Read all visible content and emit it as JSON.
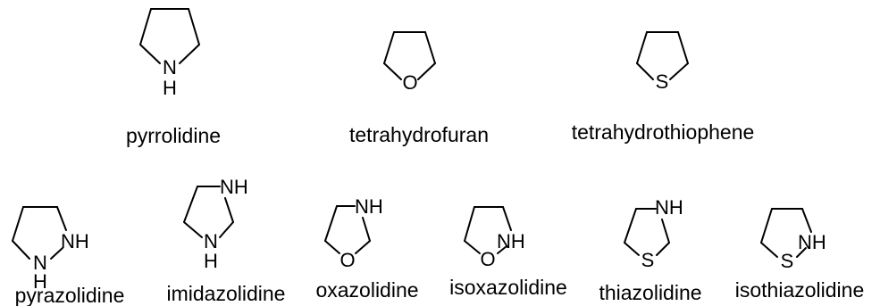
{
  "molecules": [
    {
      "name": "pyrrolidine",
      "atoms": [
        "N",
        "H"
      ]
    },
    {
      "name": "tetrahydrofuran",
      "atoms": [
        "O"
      ]
    },
    {
      "name": "tetrahydrothiophene",
      "atoms": [
        "S"
      ]
    },
    {
      "name": "pyrazolidine",
      "atoms": [
        "NH",
        "N",
        "H"
      ]
    },
    {
      "name": "imidazolidine",
      "atoms": [
        "NH",
        "N",
        "H"
      ]
    },
    {
      "name": "oxazolidine",
      "atoms": [
        "NH",
        "O"
      ]
    },
    {
      "name": "isoxazolidine",
      "atoms": [
        "NH",
        "O"
      ]
    },
    {
      "name": "thiazolidine",
      "atoms": [
        "NH",
        "S"
      ]
    },
    {
      "name": "isothiazolidine",
      "atoms": [
        "NH",
        "S"
      ]
    }
  ]
}
